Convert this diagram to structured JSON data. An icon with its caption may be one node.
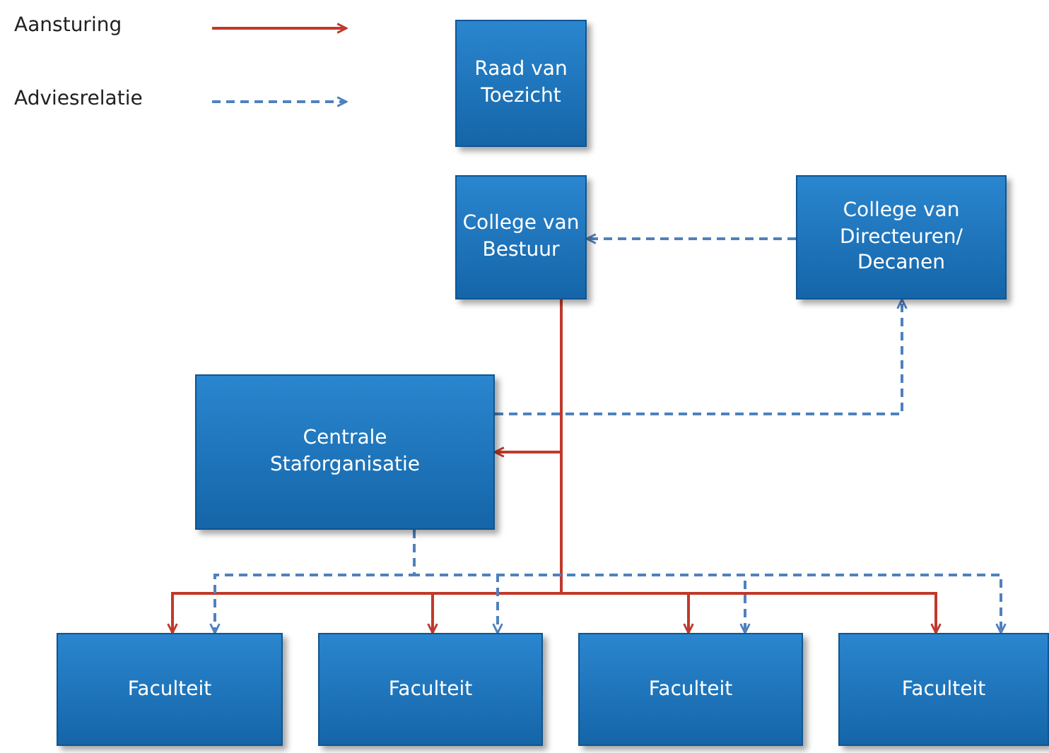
{
  "diagram": {
    "nodes": [
      {
        "text": [
          "Raad van Toezicht"
        ]
      },
      {
        "text": [
          "College van Bestuur"
        ]
      },
      {
        "text": [
          "College van Directeuren/ Decanen"
        ]
      },
      {
        "text": [
          "Centrale Staforganisatie"
        ]
      },
      {
        "text": [
          "Faculteit"
        ]
      },
      {
        "text": [
          "Faculteit"
        ]
      },
      {
        "text": [
          "Faculteit"
        ]
      },
      {
        "text": [
          "Faculteit"
        ]
      }
    ],
    "edges": [
      {
        "from": 2,
        "to": 1,
        "arrow": "to",
        "style": "dashed",
        "color": "#4f81bd"
      },
      {
        "from": 3,
        "to": 2,
        "arrow": "to",
        "style": "dashed",
        "color": "#4f81bd"
      },
      {
        "from": 1,
        "to": 3,
        "arrow": "to",
        "color": "#c0392b"
      },
      {
        "from": 1,
        "to": 4,
        "arrow": "to",
        "color": "#c0392b"
      },
      {
        "from": 1,
        "to": 5,
        "arrow": "to",
        "color": "#c0392b"
      },
      {
        "from": 1,
        "to": 6,
        "arrow": "to",
        "color": "#c0392b"
      },
      {
        "from": 1,
        "to": 7,
        "arrow": "to",
        "color": "#c0392b"
      },
      {
        "from": 3,
        "to": 4,
        "arrow": "to",
        "style": "dashed",
        "color": "#4f81bd"
      },
      {
        "from": 3,
        "to": 5,
        "arrow": "to",
        "style": "dashed",
        "color": "#4f81bd"
      },
      {
        "from": 3,
        "to": 6,
        "arrow": "to",
        "style": "dashed",
        "color": "#4f81bd"
      },
      {
        "from": 3,
        "to": 7,
        "arrow": "to",
        "style": "dashed",
        "color": "#4f81bd"
      }
    ],
    "legend": [
      {
        "text": "Aansturing"
      },
      {
        "text": "Adviesrelatie"
      }
    ]
  }
}
